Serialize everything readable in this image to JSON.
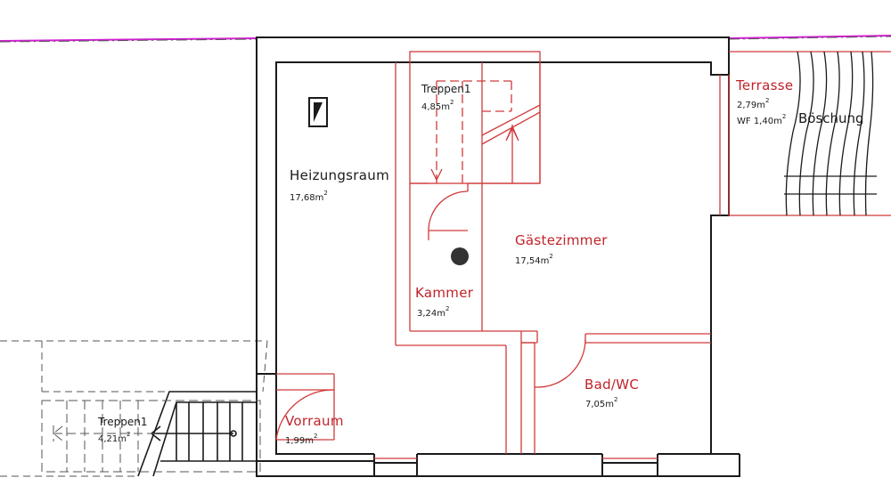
{
  "colors": {
    "wall": "#1a1a1a",
    "plan_red": "#d03a3a",
    "text_red": "#c0232a",
    "boundary_magenta": "#d21fd2",
    "dashed_grey": "#555555"
  },
  "rooms": {
    "heizungsraum": {
      "name": "Heizungsraum",
      "area": "17,68m",
      "unit_sup": "2"
    },
    "treppen_upper": {
      "name": "Treppen1",
      "area": "4,85m",
      "unit_sup": "2"
    },
    "gaestezimmer": {
      "name": "Gästezimmer",
      "area": "17,54m",
      "unit_sup": "2"
    },
    "kammer": {
      "name": "Kammer",
      "area": "3,24m",
      "unit_sup": "2"
    },
    "bad_wc": {
      "name": "Bad/WC",
      "area": "7,05m",
      "unit_sup": "2"
    },
    "vorraum": {
      "name": "Vorraum",
      "area": "1,99m",
      "unit_sup": "2"
    },
    "treppen_lower": {
      "name": "Treppen1",
      "area": "4,21m",
      "unit_sup": "2"
    },
    "terrasse": {
      "name": "Terrasse",
      "area": "2,79m",
      "unit_sup": "2",
      "wf_area": "WF 1,40m",
      "wf_sup": "2"
    }
  },
  "annotations": {
    "boeschung": "Böschung"
  },
  "icons": [
    "chimney-flue-icon",
    "column-icon",
    "stair-arrow-up-icon",
    "stair-arrow-down-icon"
  ]
}
